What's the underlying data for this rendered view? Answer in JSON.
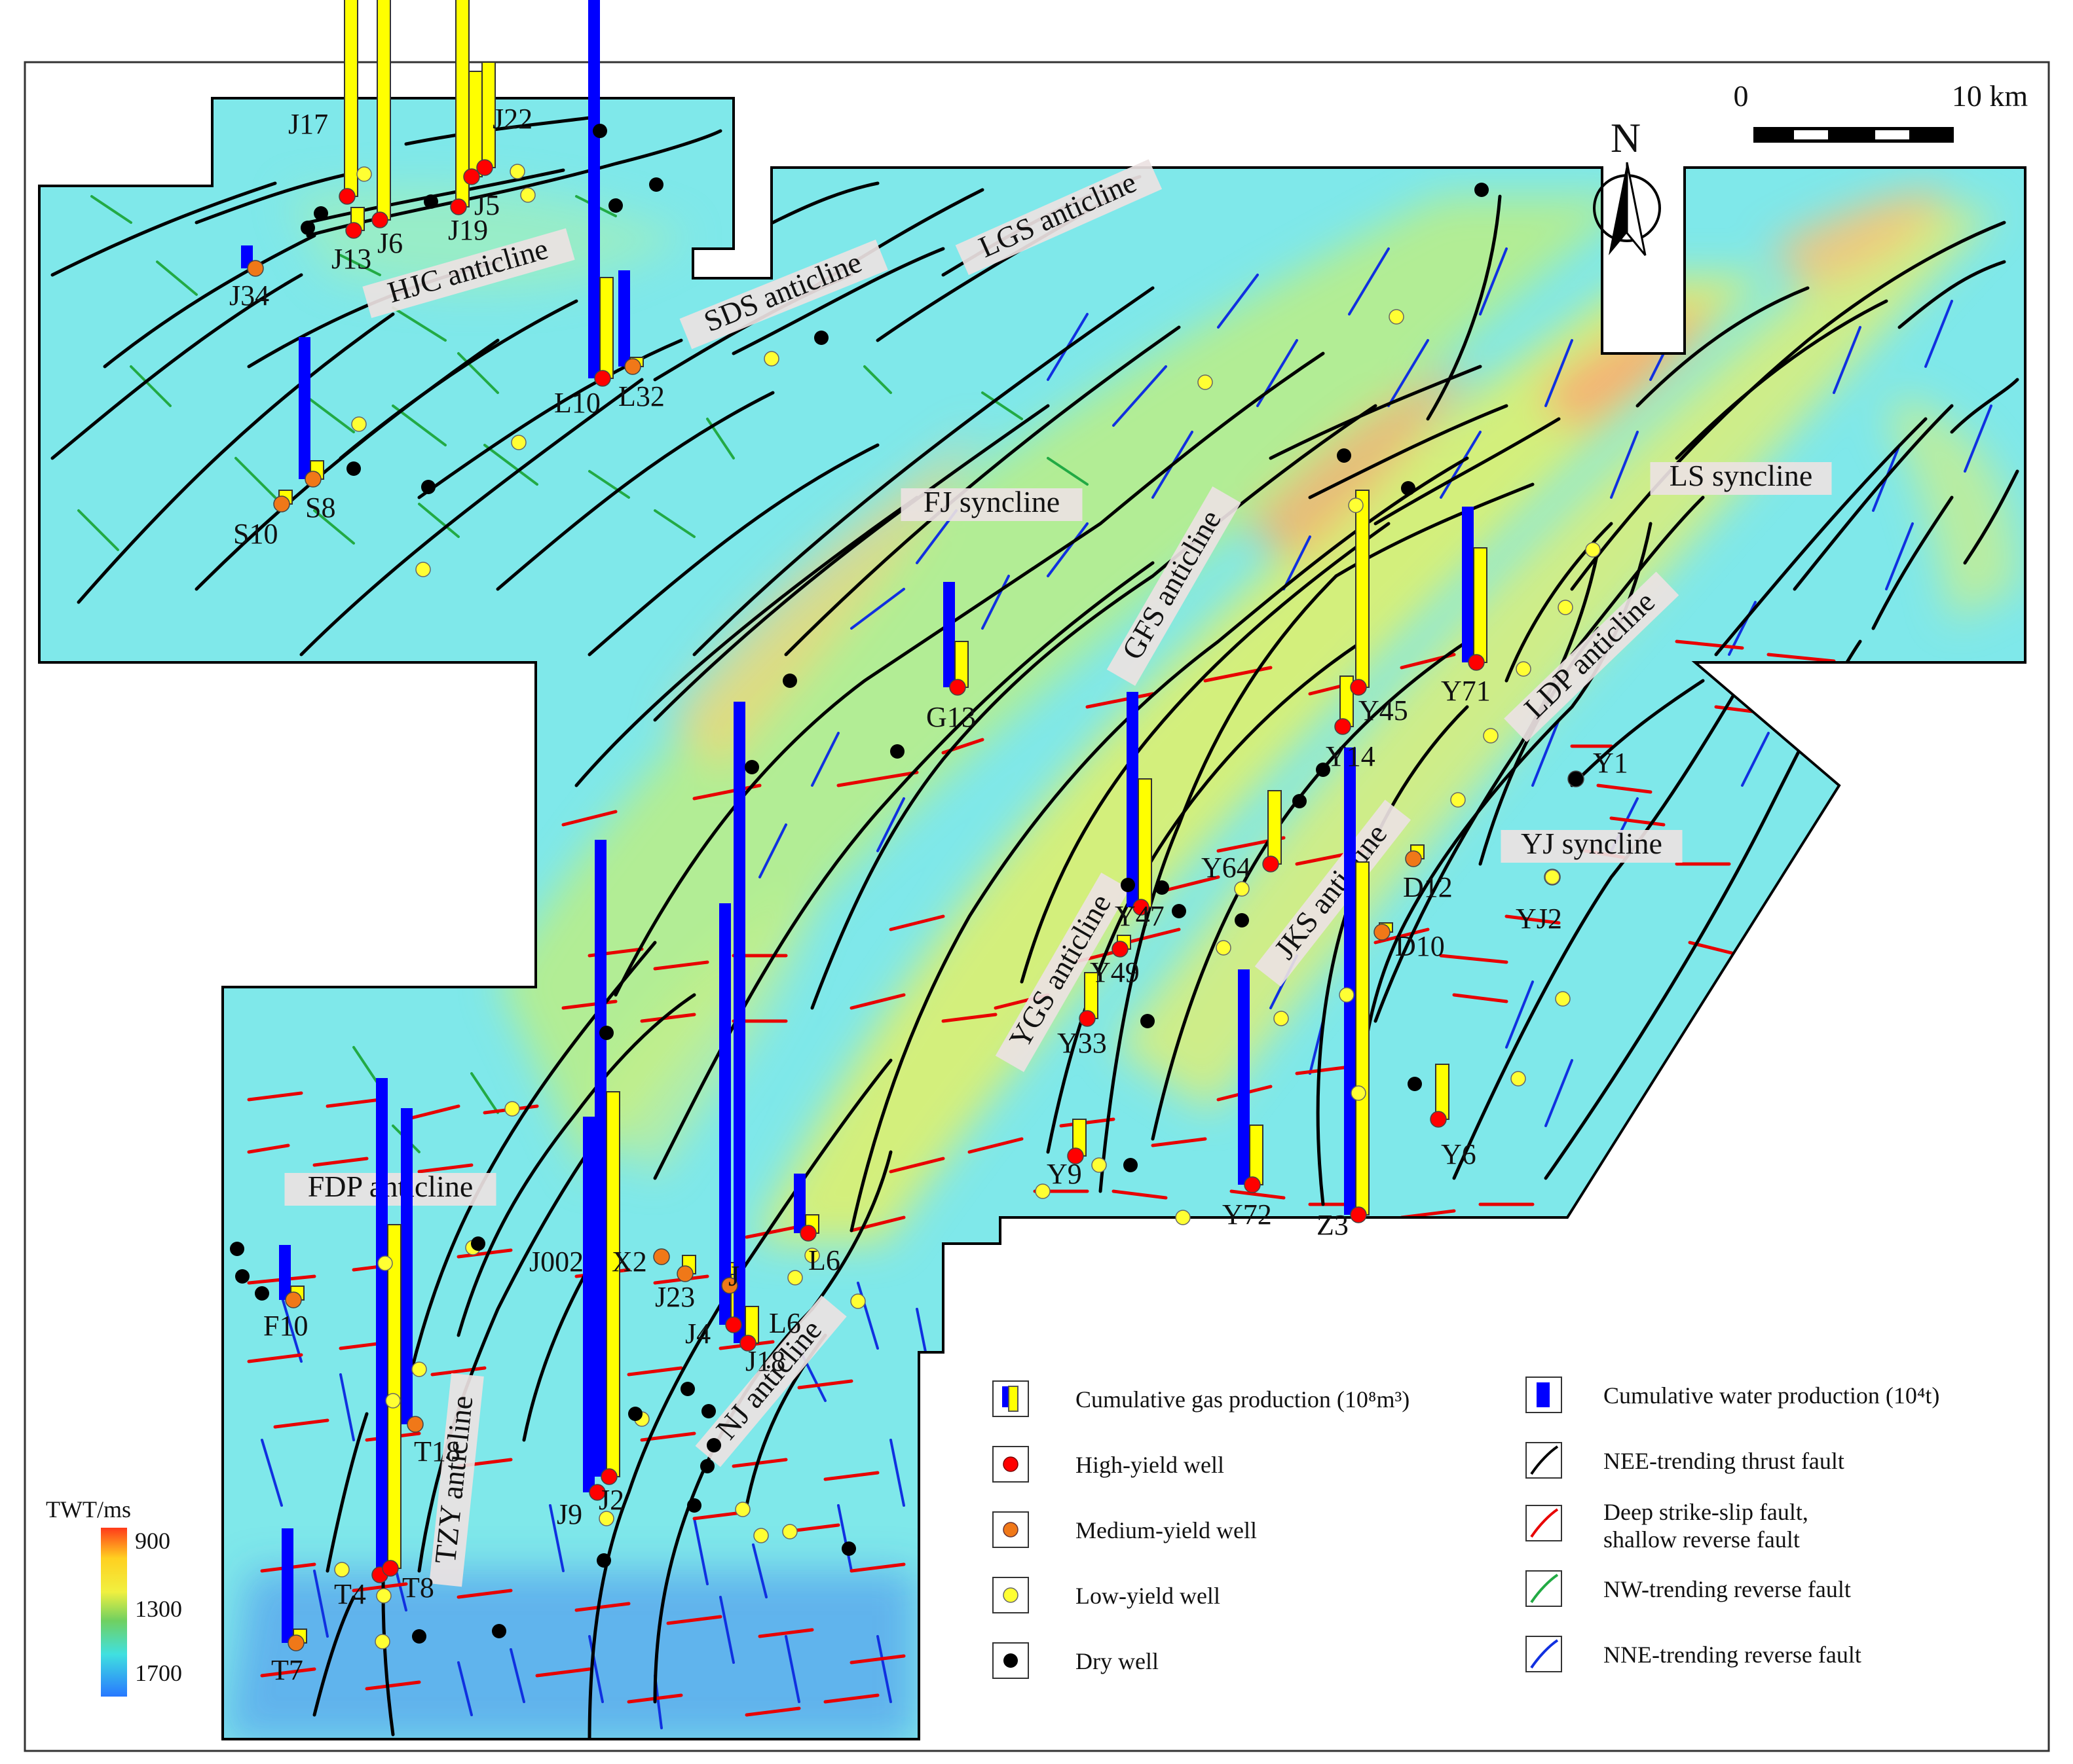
{
  "scale_bar": {
    "start_label": "0",
    "end_label": "10 km"
  },
  "north_arrow": {
    "label": "N"
  },
  "colorbar": {
    "title": "TWT/ms",
    "ticks": [
      "900",
      "1300",
      "1700"
    ]
  },
  "structures": [
    "HJC anticline",
    "SDS anticline",
    "LGS anticline",
    "FJ syncline",
    "GFS anticline",
    "LS syncline",
    "LDP anticline",
    "YJ syncline",
    "JKS anticline",
    "YGS anticline",
    "FDP anticline",
    "TZY anticline",
    "NJ anticline"
  ],
  "wells": [
    {
      "name": "J17",
      "type": "high",
      "gas": 0.61,
      "water": 0
    },
    {
      "name": "J22",
      "type": "high",
      "gas": 0.23,
      "water": 0
    },
    {
      "name": "J13",
      "type": "high",
      "gas": 0.05,
      "water": 0
    },
    {
      "name": "J6",
      "type": "high",
      "gas": 0.86,
      "water": 0
    },
    {
      "name": "J5",
      "type": "high",
      "gas": 0.23,
      "water": 0
    },
    {
      "name": "J19",
      "type": "high",
      "gas": 0.83,
      "water": 0
    },
    {
      "name": "J34",
      "type": "medium",
      "gas": 0,
      "water": 0.05
    },
    {
      "name": "L10",
      "type": "high",
      "gas": 0.22,
      "water": 1.28
    },
    {
      "name": "L32",
      "type": "medium",
      "gas": 0.02,
      "water": 0.21
    },
    {
      "name": "S10",
      "type": "medium",
      "gas": 0.03,
      "water": 0
    },
    {
      "name": "S8",
      "type": "medium",
      "gas": 0.04,
      "water": 0.31
    },
    {
      "name": "G13",
      "type": "high",
      "gas": 0.1,
      "water": 0.23
    },
    {
      "name": "Y45",
      "type": "high",
      "gas": 0.43,
      "water": 0
    },
    {
      "name": "Y71",
      "type": "high",
      "gas": 0.25,
      "water": 0.34
    },
    {
      "name": "Y14",
      "type": "high",
      "gas": 0.11,
      "water": 0
    },
    {
      "name": "Y1",
      "type": "dry",
      "gas": 0,
      "water": 0
    },
    {
      "name": "D12",
      "type": "medium",
      "gas": 0.03,
      "water": 0
    },
    {
      "name": "Y64",
      "type": "high",
      "gas": 0.16,
      "water": 0
    },
    {
      "name": "YJ2",
      "type": "low",
      "gas": 0,
      "water": 0
    },
    {
      "name": "Y47",
      "type": "high",
      "gas": 0.28,
      "water": 0.47
    },
    {
      "name": "D10",
      "type": "medium",
      "gas": 0.02,
      "water": 0
    },
    {
      "name": "Y49",
      "type": "high",
      "gas": 0.03,
      "water": 0
    },
    {
      "name": "Y33",
      "type": "high",
      "gas": 0.1,
      "water": 0
    },
    {
      "name": "Y9",
      "type": "high",
      "gas": 0.08,
      "water": 0
    },
    {
      "name": "Y72",
      "type": "high",
      "gas": 0.13,
      "water": 0.47
    },
    {
      "name": "Z3",
      "type": "high",
      "gas": 0.77,
      "water": 1.02
    },
    {
      "name": "Y6",
      "type": "high",
      "gas": 0.12,
      "water": 0
    },
    {
      "name": "F10",
      "type": "medium",
      "gas": 0.03,
      "water": 0.12
    },
    {
      "name": "J002",
      "type": "medium",
      "gas": 0,
      "water": 0
    },
    {
      "name": "X2",
      "type": "medium",
      "gas": 0.04,
      "water": 0
    },
    {
      "name": "J23",
      "type": "medium",
      "gas": 0.05,
      "water": 0
    },
    {
      "name": "J4",
      "type": "high",
      "gas": 0.11,
      "water": 0.92
    },
    {
      "name": "L6",
      "type": "high",
      "gas": 0.04,
      "water": 0.13
    },
    {
      "name": "J18",
      "type": "high",
      "gas": 0.08,
      "water": 1.4
    },
    {
      "name": "T18",
      "type": "medium",
      "gas": 0,
      "water": 0.69
    },
    {
      "name": "J9",
      "type": "high",
      "gas": 0,
      "water": 0.82
    },
    {
      "name": "J2",
      "type": "high",
      "gas": 0.84,
      "water": 1.39
    },
    {
      "name": "T4",
      "type": "high",
      "gas": 0.02,
      "water": 0
    },
    {
      "name": "T8",
      "type": "high",
      "gas": 0.75,
      "water": 1.07
    },
    {
      "name": "T7",
      "type": "medium",
      "gas": 0.03,
      "water": 0.25
    }
  ],
  "well_labels": {
    "l_J17": "J17",
    "l_J22": "J22",
    "l_J13": "J13",
    "l_J6": "J6",
    "l_J5": "J5",
    "l_J19": "J19",
    "l_J34": "J34",
    "l_L10": "L10",
    "l_L32": "L32",
    "l_S10": "S10",
    "l_S8": "S8",
    "l_G13": "G13",
    "l_Y45": "Y45",
    "l_Y71": "Y71",
    "l_Y14": "Y14",
    "l_Y1": "Y1",
    "l_D12": "D12",
    "l_Y64": "Y64",
    "l_YJ2": "YJ2",
    "l_Y47": "Y47",
    "l_D10": "D10",
    "l_Y49": "Y49",
    "l_Y33": "Y33",
    "l_Y9": "Y9",
    "l_Y72": "Y72",
    "l_Z3": "Z3",
    "l_Y6": "Y6",
    "l_F10": "F10",
    "l_J002": "J002",
    "l_X2": "X2",
    "l_J23": "J23",
    "l_J4": "J4",
    "l_L6a": "L6",
    "l_L6b": "L6",
    "l_J18": "J18",
    "l_T18": "T18",
    "l_J9": "J9",
    "l_J2": "J2",
    "l_T4": "T4",
    "l_T8": "T8",
    "l_T7": "T7",
    "l_Jmid": "J"
  },
  "legend": {
    "gas": "Cumulative gas production (10⁸m³)",
    "water": "Cumulative water production (10⁴t)",
    "high": "High-yield well",
    "medium": "Medium-yield well",
    "low": "Low-yield well",
    "dry": "Dry well",
    "nee": "NEE-trending thrust fault",
    "deep1": "Deep strike-slip fault,",
    "deep2": "shallow reverse fault",
    "nw": "NW-trending reverse fault",
    "nne": "NNE-trending reverse fault"
  },
  "colors": {
    "gas": "#ffff00",
    "water": "#0000ff",
    "high": "#ff0000",
    "medium": "#f07818",
    "low": "#ffff33",
    "dry": "#000000",
    "nee": "#000000",
    "deep": "#e80000",
    "nw": "#22aa44",
    "nne": "#1030e0"
  }
}
